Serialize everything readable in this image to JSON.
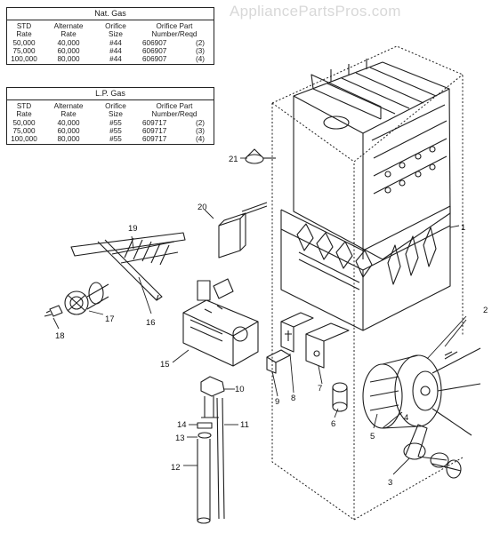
{
  "watermark": "AppliancePartsPros.com",
  "tables": [
    {
      "title": "Nat. Gas",
      "headers": [
        [
          "STD",
          "Rate"
        ],
        [
          "Alternate",
          "Rate"
        ],
        [
          "Orifice",
          "Size"
        ],
        [
          "Orifice Part",
          "Number/Reqd"
        ]
      ],
      "rows": [
        {
          "std": "50,000",
          "alt": "40,000",
          "size": "#44",
          "part": "606907",
          "reqd": "(2)"
        },
        {
          "std": "75,000",
          "alt": "60,000",
          "size": "#44",
          "part": "606907",
          "reqd": "(3)"
        },
        {
          "std": "100,000",
          "alt": "80,000",
          "size": "#44",
          "part": "606907",
          "reqd": "(4)"
        }
      ]
    },
    {
      "title": "L.P. Gas",
      "headers": [
        [
          "STD",
          "Rate"
        ],
        [
          "Alternate",
          "Rate"
        ],
        [
          "Orifice",
          "Size"
        ],
        [
          "Orifice Part",
          "Number/Reqd"
        ]
      ],
      "rows": [
        {
          "std": "50,000",
          "alt": "40,000",
          "size": "#55",
          "part": "609717",
          "reqd": "(2)"
        },
        {
          "std": "75,000",
          "alt": "60,000",
          "size": "#55",
          "part": "609717",
          "reqd": "(3)"
        },
        {
          "std": "100,000",
          "alt": "80,000",
          "size": "#55",
          "part": "609717",
          "reqd": "(4)"
        }
      ]
    }
  ],
  "callouts": {
    "c1": "1",
    "c2": "2",
    "c3": "3",
    "c4": "4",
    "c5": "5",
    "c6": "6",
    "c7": "7",
    "c8": "8",
    "c9": "9",
    "c10": "10",
    "c11": "11",
    "c12": "12",
    "c13": "13",
    "c14": "14",
    "c15": "15",
    "c16": "16",
    "c17": "17",
    "c18": "18",
    "c19": "19",
    "c20": "20",
    "c21": "21"
  }
}
